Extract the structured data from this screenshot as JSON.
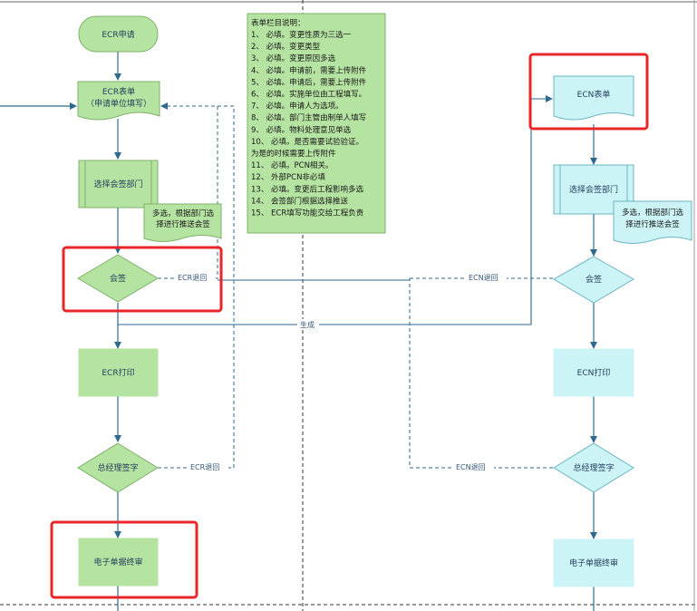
{
  "colors": {
    "green_fill": "#b5e3a1",
    "green_stroke": "#7fb06b",
    "cyan_fill": "#ccf4f7",
    "cyan_stroke": "#6bb4c2",
    "line": "#2f6a8e",
    "highlight": "#e8262a",
    "divider": "#333333"
  },
  "left": {
    "start": "ECR申请",
    "form_line1": "ECR表单",
    "form_line2": "（申请单位填写）",
    "select": "选择会签部门",
    "select_note_line1": "多选，根据部门选",
    "select_note_line2": "择进行推送会签",
    "countersign": "会签",
    "print": "ECR打印",
    "gm_sign": "总经理签字",
    "archive": "电子单据终审"
  },
  "right": {
    "form": "ECN表单",
    "select": "选择会签部门",
    "select_note_line1": "多选，根据部门选",
    "select_note_line2": "择进行推送会签",
    "countersign": "会签",
    "print": "ECN打印",
    "gm_sign": "总经理签字",
    "archive": "电子单据终审"
  },
  "edges": {
    "ecr_back_1": "ECR退回",
    "ecr_back_2": "ECR退回",
    "ecn_back_1": "ECN退回",
    "ecn_back_2": "ECN退回",
    "generate": "生成"
  },
  "notes": {
    "title": "表单栏目说明：",
    "lines": [
      "1、 必填。变更性质为三选一",
      "2、 必填。变更类型",
      "3、 必填。变更原因多选",
      "4、 必填。申请前，需要上传附件",
      "5、 必填。申请后，需要上传附件",
      "6、 必填。实施单位由工程填写。",
      "7、 必填。申请人为选项。",
      "8、 必填。部门主管由制单人填写",
      "9、 必填。物料处理意见单选",
      "10、 必填。是否需要试验验证。",
      "为是的时候需要上传附件",
      "11、 必填。PCN相关。",
      "12、 外部PCN非必填",
      "13、 必填。变更后工程影响多选",
      "14、 会签部门根据选择推送",
      "15、 ECR填写功能交给工程负责"
    ]
  }
}
